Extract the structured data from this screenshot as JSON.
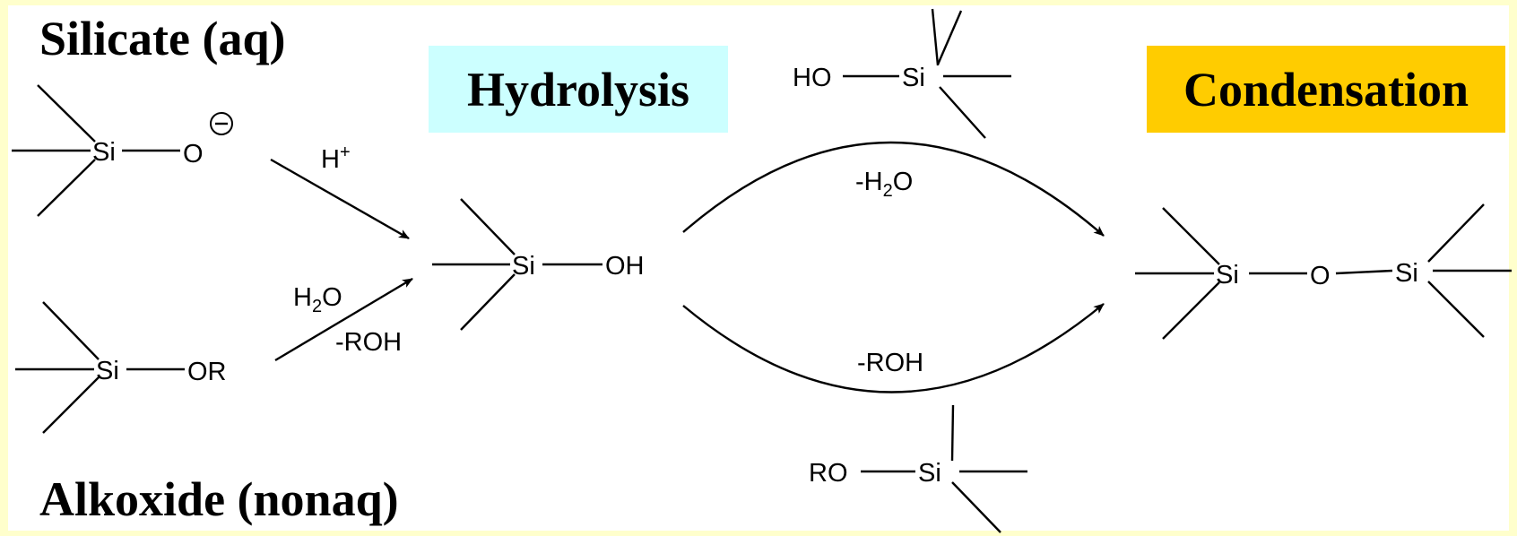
{
  "headings": {
    "silicate": "Silicate (aq)",
    "alkoxide": "Alkoxide (nonaq)"
  },
  "labels": {
    "hydrolysis": "Hydrolysis",
    "condensation": "Condensation"
  },
  "colors": {
    "page_background": "#ffffcc",
    "hydrolysis_box": "#ccffff",
    "condensation_box": "#ffcc00",
    "ink": "#000000"
  },
  "atoms": {
    "si": "Si",
    "o": "O",
    "or": "OR",
    "oh": "OH",
    "ho": "HO",
    "ro": "RO"
  },
  "conditions": {
    "h_plus_main": "H",
    "h_plus_sup": "+",
    "water_h": "H",
    "water_sub": "2",
    "water_o": "O",
    "minus_roh": "-ROH",
    "minus_water_prefix": "-H",
    "minus_water_sub": "2",
    "minus_water_o": "O",
    "minus_roh_lower": "-ROH"
  },
  "charge_icon": "minus-circle-icon"
}
